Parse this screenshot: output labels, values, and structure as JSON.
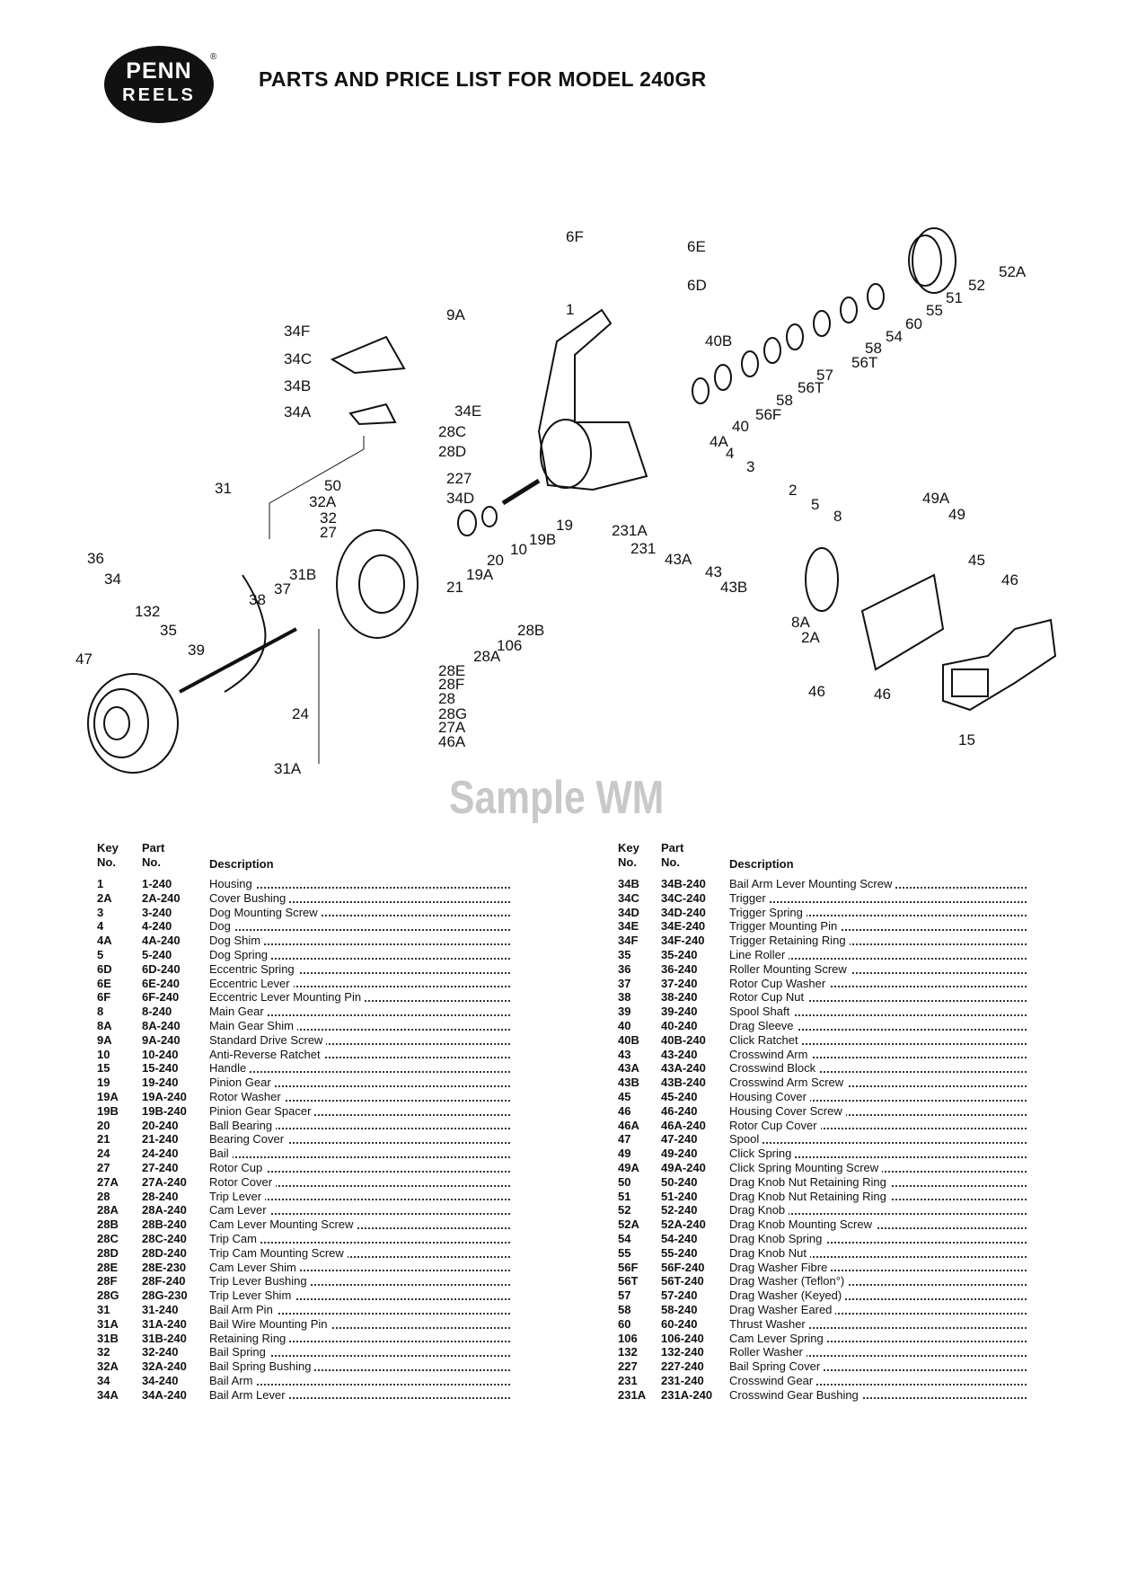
{
  "header": {
    "logo_line1": "PENN",
    "logo_line2": "REELS",
    "registered": "®",
    "title": "PARTS AND PRICE LIST FOR MODEL 240GR"
  },
  "watermark": "Sample WM",
  "diagram": {
    "callouts": [
      "6F",
      "6E",
      "6D",
      "9A",
      "1",
      "52A",
      "52",
      "51",
      "55",
      "60",
      "54",
      "58",
      "56T",
      "57",
      "56T",
      "58",
      "56F",
      "40",
      "40B",
      "34F",
      "34C",
      "34B",
      "34A",
      "34E",
      "28C",
      "28D",
      "4A",
      "4",
      "3",
      "50",
      "227",
      "32A",
      "34D",
      "32",
      "27",
      "31",
      "36",
      "34",
      "231A",
      "231",
      "43A",
      "43",
      "43B",
      "2",
      "5",
      "8",
      "49A",
      "49",
      "45",
      "46",
      "8A",
      "2A",
      "19",
      "19B",
      "10",
      "20",
      "19A",
      "21",
      "31B",
      "37",
      "38",
      "132",
      "35",
      "39",
      "47",
      "28B",
      "106",
      "28A",
      "28E",
      "28F",
      "28",
      "28G",
      "27A",
      "46A",
      "24",
      "31A",
      "46",
      "46",
      "15"
    ]
  },
  "table_headers": {
    "key_1": "Key",
    "key_2": "No.",
    "part_1": "Part",
    "part_2": "No.",
    "description": "Description"
  },
  "left_parts": [
    [
      "1",
      "1-240",
      "Housing"
    ],
    [
      "2A",
      "2A-240",
      "Cover Bushing"
    ],
    [
      "3",
      "3-240",
      "Dog Mounting Screw"
    ],
    [
      "4",
      "4-240",
      "Dog"
    ],
    [
      "4A",
      "4A-240",
      "Dog Shim"
    ],
    [
      "5",
      "5-240",
      "Dog Spring"
    ],
    [
      "6D",
      "6D-240",
      "Eccentric Spring"
    ],
    [
      "6E",
      "6E-240",
      "Eccentric Lever"
    ],
    [
      "6F",
      "6F-240",
      "Eccentric Lever Mounting Pin"
    ],
    [
      "8",
      "8-240",
      "Main Gear"
    ],
    [
      "8A",
      "8A-240",
      "Main Gear Shim"
    ],
    [
      "9A",
      "9A-240",
      "Standard Drive Screw"
    ],
    [
      "10",
      "10-240",
      "Anti-Reverse Ratchet"
    ],
    [
      "15",
      "15-240",
      "Handle"
    ],
    [
      "19",
      "19-240",
      "Pinion Gear"
    ],
    [
      "19A",
      "19A-240",
      "Rotor Washer"
    ],
    [
      "19B",
      "19B-240",
      "Pinion Gear Spacer"
    ],
    [
      "20",
      "20-240",
      "Ball Bearing"
    ],
    [
      "21",
      "21-240",
      "Bearing Cover"
    ],
    [
      "24",
      "24-240",
      "Bail"
    ],
    [
      "27",
      "27-240",
      "Rotor Cup"
    ],
    [
      "27A",
      "27A-240",
      "Rotor Cover"
    ],
    [
      "28",
      "28-240",
      "Trip Lever"
    ],
    [
      "28A",
      "28A-240",
      "Cam Lever"
    ],
    [
      "28B",
      "28B-240",
      "Cam Lever Mounting Screw"
    ],
    [
      "28C",
      "28C-240",
      "Trip Cam"
    ],
    [
      "28D",
      "28D-240",
      "Trip Cam Mounting Screw"
    ],
    [
      "28E",
      "28E-230",
      "Cam Lever Shim"
    ],
    [
      "28F",
      "28F-240",
      "Trip Lever Bushing"
    ],
    [
      "28G",
      "28G-230",
      "Trip Lever Shim"
    ],
    [
      "31",
      "31-240",
      "Bail Arm Pin"
    ],
    [
      "31A",
      "31A-240",
      "Bail Wire Mounting Pin"
    ],
    [
      "31B",
      "31B-240",
      "Retaining Ring"
    ],
    [
      "32",
      "32-240",
      "Bail Spring"
    ],
    [
      "32A",
      "32A-240",
      "Bail Spring Bushing"
    ],
    [
      "34",
      "34-240",
      "Bail Arm"
    ],
    [
      "34A",
      "34A-240",
      "Bail Arm Lever"
    ]
  ],
  "right_parts": [
    [
      "34B",
      "34B-240",
      "Bail Arm Lever Mounting Screw"
    ],
    [
      "34C",
      "34C-240",
      "Trigger"
    ],
    [
      "34D",
      "34D-240",
      "Trigger Spring"
    ],
    [
      "34E",
      "34E-240",
      "Trigger Mounting Pin"
    ],
    [
      "34F",
      "34F-240",
      "Trigger Retaining Ring"
    ],
    [
      "35",
      "35-240",
      "Line Roller"
    ],
    [
      "36",
      "36-240",
      "Roller Mounting Screw"
    ],
    [
      "37",
      "37-240",
      "Rotor Cup Washer"
    ],
    [
      "38",
      "38-240",
      "Rotor Cup Nut"
    ],
    [
      "39",
      "39-240",
      "Spool Shaft"
    ],
    [
      "40",
      "40-240",
      "Drag Sleeve"
    ],
    [
      "40B",
      "40B-240",
      "Click Ratchet"
    ],
    [
      "43",
      "43-240",
      "Crosswind Arm"
    ],
    [
      "43A",
      "43A-240",
      "Crosswind Block"
    ],
    [
      "43B",
      "43B-240",
      "Crosswind Arm Screw"
    ],
    [
      "45",
      "45-240",
      "Housing Cover"
    ],
    [
      "46",
      "46-240",
      "Housing Cover Screw"
    ],
    [
      "46A",
      "46A-240",
      "Rotor Cup Cover"
    ],
    [
      "47",
      "47-240",
      "Spool"
    ],
    [
      "49",
      "49-240",
      "Click Spring"
    ],
    [
      "49A",
      "49A-240",
      "Click Spring Mounting Screw"
    ],
    [
      "50",
      "50-240",
      "Drag Knob Nut Retaining Ring"
    ],
    [
      "51",
      "51-240",
      "Drag Knob Nut Retaining Ring"
    ],
    [
      "52",
      "52-240",
      "Drag Knob"
    ],
    [
      "52A",
      "52A-240",
      "Drag Knob Mounting Screw"
    ],
    [
      "54",
      "54-240",
      "Drag Knob Spring"
    ],
    [
      "55",
      "55-240",
      "Drag Knob Nut"
    ],
    [
      "56F",
      "56F-240",
      "Drag Washer Fibre"
    ],
    [
      "56T",
      "56T-240",
      "Drag Washer (Teflon°)"
    ],
    [
      "57",
      "57-240",
      "Drag Washer (Keyed)"
    ],
    [
      "58",
      "58-240",
      "Drag Washer Eared"
    ],
    [
      "60",
      "60-240",
      "Thrust Washer"
    ],
    [
      "106",
      "106-240",
      "Cam Lever Spring"
    ],
    [
      "132",
      "132-240",
      "Roller Washer"
    ],
    [
      "227",
      "227-240",
      "Bail Spring Cover"
    ],
    [
      "231",
      "231-240",
      "Crosswind Gear"
    ],
    [
      "231A",
      "231A-240",
      "Crosswind Gear Bushing"
    ]
  ]
}
